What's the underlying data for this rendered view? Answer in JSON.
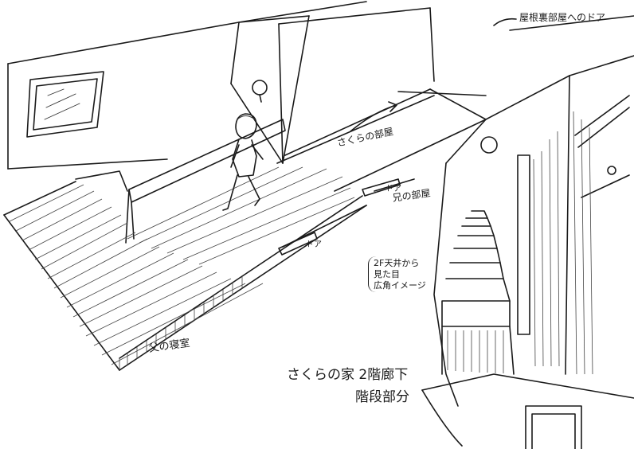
{
  "annotations": {
    "attic_door": "屋根裏部屋へのドア",
    "sakura_room": "さくらの部屋",
    "door_upper": "ドア",
    "brother_room": "兄の部屋",
    "door_lower": "ドア",
    "ceiling_view": [
      "2F天井から",
      "見た目",
      "広角イメージ"
    ],
    "father_bedroom": "父の寝室",
    "title_line1": "さくらの家 2階廊下",
    "title_line2": "階段部分"
  }
}
